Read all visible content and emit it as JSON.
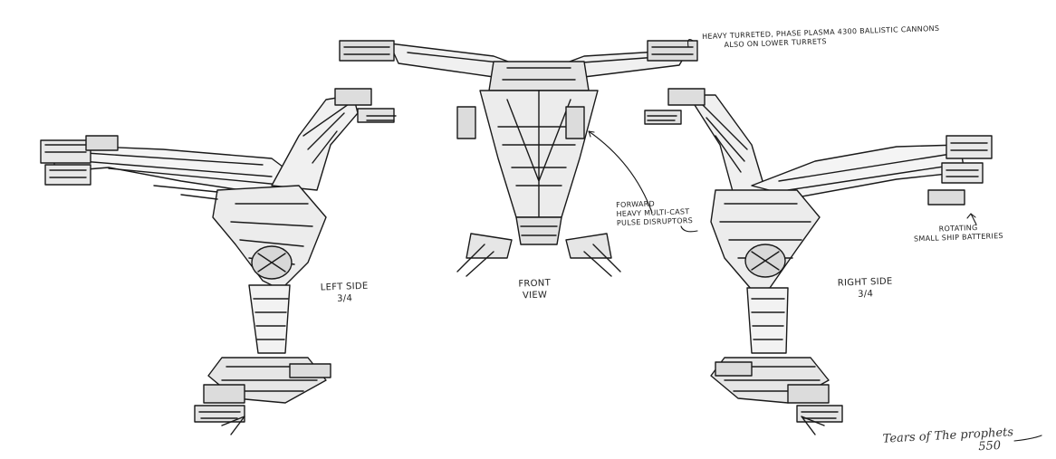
{
  "annotations": {
    "weapons_top_line1": "Heavy turreted, phase plasma 4300 ballistic cannons",
    "weapons_top_line2": "also on lower turrets",
    "forward_line1": "Forward",
    "forward_line2": "heavy multi-cast",
    "forward_line3": "pulse disruptors",
    "rotating_line1": "Rotating",
    "rotating_line2": "small ship batteries"
  },
  "views": {
    "left_line1": "LEFT SIDE",
    "left_line2": "3/4",
    "front_line1": "FRONT",
    "front_line2": "VIEW",
    "right_line1": "Right Side",
    "right_line2": "3/4"
  },
  "signature": {
    "line1": "Tears of The prophets",
    "line2": "550"
  },
  "colors": {
    "ink": "#1a1a1a",
    "paper": "#ffffff"
  }
}
